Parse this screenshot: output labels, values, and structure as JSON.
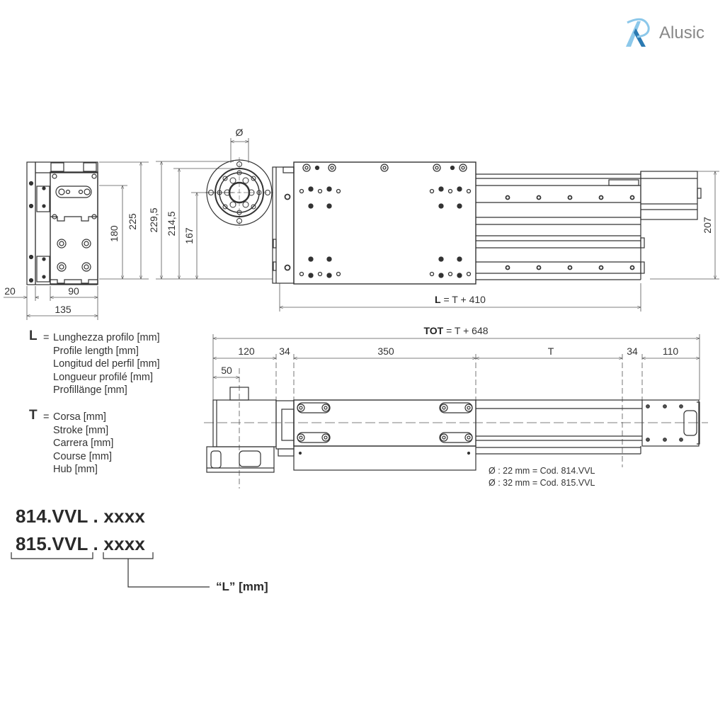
{
  "brand": {
    "name": "Alusic",
    "logo_colors": {
      "light": "#8cc8ea",
      "dark": "#2b7ab2",
      "text": "#888888"
    }
  },
  "end_view": {
    "dimensions": {
      "height_inner": "180",
      "height_outer": "225",
      "left_offset": "20",
      "profile_width": "90",
      "total_width": "135"
    }
  },
  "front_view": {
    "dimensions": {
      "h1": "229,5",
      "h2": "214,5",
      "h3": "167",
      "diameter_symbol": "Ø",
      "right_height": "207"
    },
    "length_label": {
      "bold": "L",
      "rest": " = T + 410"
    }
  },
  "side_view": {
    "tot_label": {
      "bold": "TOT",
      "rest": " = T + 648"
    },
    "segments": [
      "120",
      "34",
      "350",
      "T",
      "34",
      "110"
    ],
    "motor_offset": "50",
    "notes": [
      "Ø : 22 mm = Cod. 814.VVL",
      "Ø : 32 mm = Cod. 815.VVL"
    ]
  },
  "legend": {
    "L": {
      "key": "L",
      "eq": "=",
      "lines": [
        "Lunghezza profilo [mm]",
        "Profile length [mm]",
        "Longitud del perfil [mm]",
        "Longueur profilé [mm]",
        "Profillänge [mm]"
      ]
    },
    "T": {
      "key": "T",
      "eq": "=",
      "lines": [
        "Corsa [mm]",
        "Stroke [mm]",
        "Carrera [mm]",
        "Course [mm]",
        "Hub [mm]"
      ]
    }
  },
  "ordering_code": {
    "line1": "814.VVL . xxxx",
    "line2_prefix": "815.VVL",
    "line2_dot": ".",
    "line2_suffix": "xxxx",
    "length_ref": "“L” [mm]"
  }
}
